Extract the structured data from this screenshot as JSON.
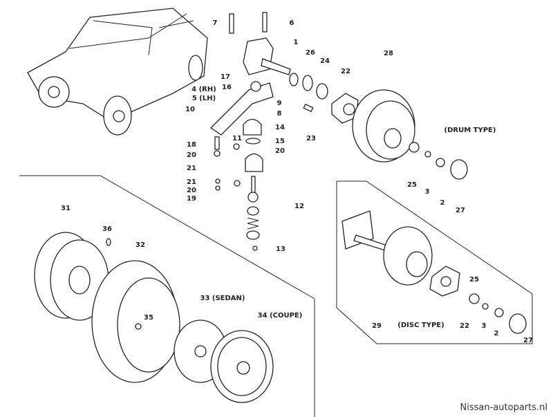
{
  "labels": [
    "7",
    "6",
    "1",
    "26",
    "24",
    "22",
    "28",
    "17",
    "16",
    "4 (RH)",
    "5 (LH)",
    "9",
    "8",
    "10",
    "14",
    "15",
    "11",
    "20",
    "18",
    "20",
    "21",
    "21",
    "20",
    "19",
    "12",
    "13",
    "23",
    "(DRUM TYPE)",
    "25",
    "3",
    "2",
    "27",
    "31",
    "36",
    "32",
    "35",
    "33 (SEDAN)",
    "34 (COUPE)",
    "29",
    "(DISC TYPE)",
    "22",
    "25",
    "3",
    "2",
    "27"
  ],
  "watermark": "Nissan-autoparts.nl"
}
